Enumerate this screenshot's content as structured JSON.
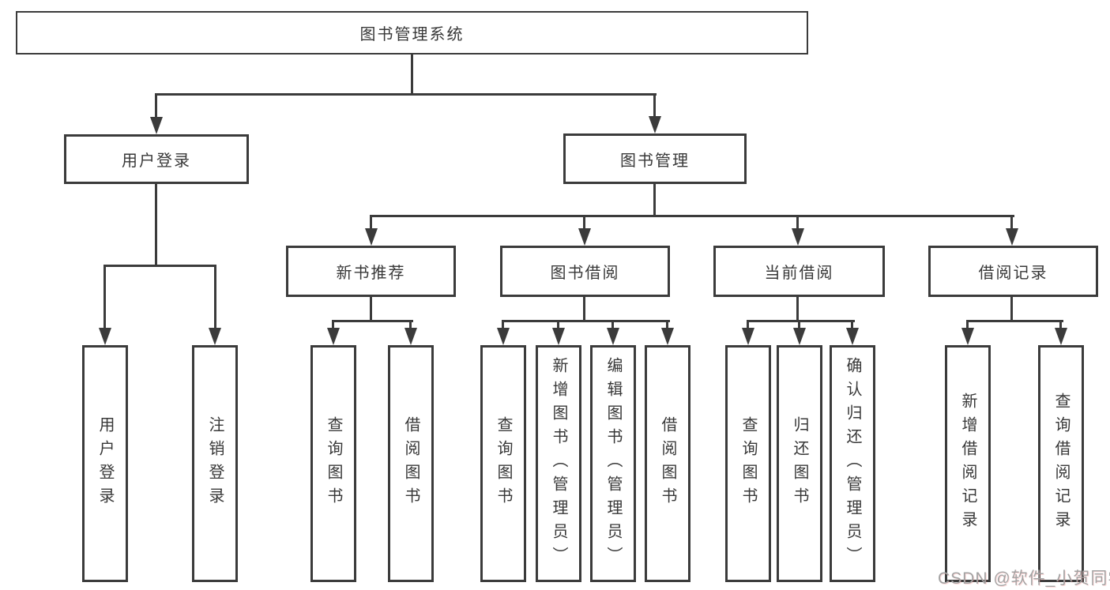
{
  "diagram": {
    "root_label": "图书管理系统",
    "branches": [
      {
        "label": "用户登录",
        "leaves": [
          "用户登录",
          "注销登录"
        ]
      },
      {
        "label": "图书管理",
        "groups": [
          {
            "label": "新书推荐",
            "leaves": [
              "查询图书",
              "借阅图书"
            ]
          },
          {
            "label": "图书借阅",
            "leaves": [
              "查询图书",
              "新增图书（管理员）",
              "编辑图书（管理员）",
              "借阅图书"
            ]
          },
          {
            "label": "当前借阅",
            "leaves": [
              "查询图书",
              "归还图书",
              "确认归还（管理员）"
            ]
          },
          {
            "label": "借阅记录",
            "leaves": [
              "新增借阅记录",
              "查询借阅记录"
            ]
          }
        ]
      }
    ]
  },
  "watermark": "CSDN @软件_小贺同学",
  "colors": {
    "line": "#3b3b3b",
    "text": "#383838",
    "watermark": "#a3a3a3",
    "background": "#ffffff"
  }
}
